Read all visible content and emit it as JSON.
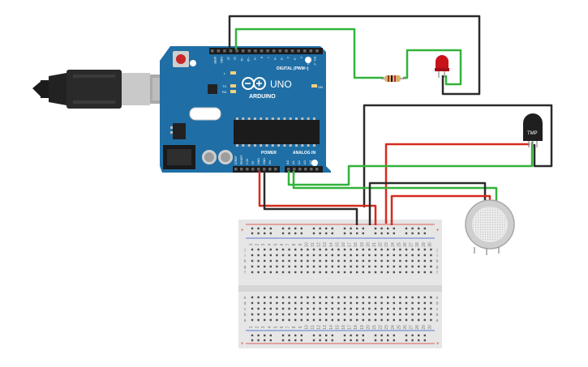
{
  "arduino": {
    "brand": "ARDUINO",
    "model": "UNO",
    "digital_header": "DIGITAL (PWM~)",
    "power_header": "POWER",
    "analog_header": "ANALOG IN",
    "on_label": "ON",
    "led_l": "L",
    "led_tx": "TX",
    "led_rx": "RX",
    "analog_pins": [
      "A0",
      "A1",
      "A2",
      "A3",
      "A4",
      "A5"
    ],
    "power_pins": [
      "IOREF",
      "RESET",
      "3.3V",
      "5V",
      "GND",
      "GND",
      "Vin"
    ],
    "digital_pins": [
      "AREF",
      "GND",
      "13",
      "12",
      "~11",
      "~10",
      "~9",
      "8",
      "7",
      "~6",
      "~5",
      "4",
      "~3",
      "2",
      "TX→1",
      "RX←0"
    ]
  },
  "temp_sensor": {
    "label": "TMP"
  },
  "breadboard": {
    "row_letters_top": [
      "j",
      "i",
      "h",
      "g",
      "f"
    ],
    "row_letters_bottom": [
      "e",
      "d",
      "c",
      "b",
      "a"
    ],
    "columns": [
      "1",
      "2",
      "3",
      "4",
      "5",
      "6",
      "7",
      "8",
      "9",
      "10",
      "11",
      "12",
      "13",
      "14",
      "15",
      "16",
      "17",
      "18",
      "19",
      "20",
      "21",
      "22",
      "23",
      "24",
      "25",
      "26",
      "27",
      "28",
      "29",
      "30"
    ]
  },
  "colors": {
    "board": "#1f6fa6",
    "wire_black": "#2b2b2b",
    "wire_green": "#33b33c",
    "wire_red": "#d62a1f",
    "led": "#c8121a",
    "sensor": "#d8d8d8"
  }
}
